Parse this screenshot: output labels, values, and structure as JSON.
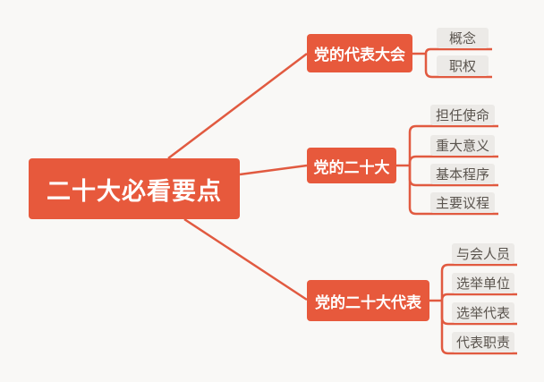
{
  "mindmap": {
    "root": {
      "label": "二十大必看要点"
    },
    "branches": [
      {
        "label": "党的代表大会",
        "children": [
          {
            "label": "概念"
          },
          {
            "label": "职权"
          }
        ]
      },
      {
        "label": "党的二十大",
        "children": [
          {
            "label": "担任使命"
          },
          {
            "label": "重大意义"
          },
          {
            "label": "基本程序"
          },
          {
            "label": "主要议程"
          }
        ]
      },
      {
        "label": "党的二十大代表",
        "children": [
          {
            "label": "与会人员"
          },
          {
            "label": "选举单位"
          },
          {
            "label": "选举代表"
          },
          {
            "label": "代表职责"
          }
        ]
      }
    ],
    "colors": {
      "accent": "#e7593c",
      "connector_line": "#e15a40",
      "child_background": "#eceae7",
      "child_text": "#5a544e",
      "canvas_background": "#f9f8f6",
      "topic_text": "#ffffff"
    }
  }
}
